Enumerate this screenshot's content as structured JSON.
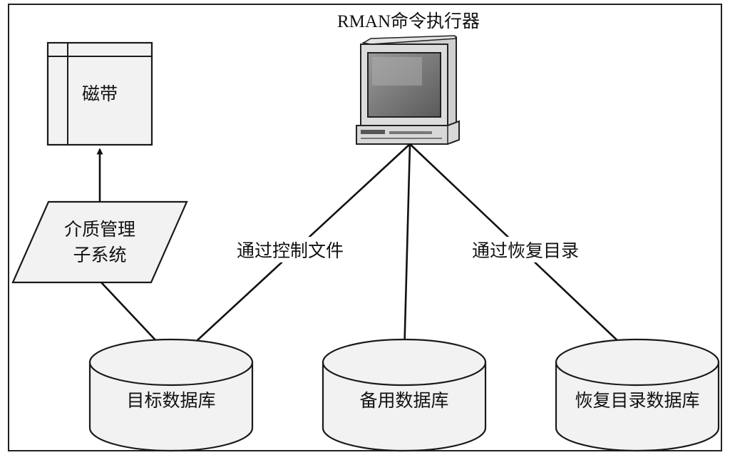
{
  "title": "RMAN命令执行器",
  "tape_label": "磁带",
  "media_label": [
    "介质管理",
    "子系统"
  ],
  "edge_labels": {
    "via_control_file": "通过控制文件",
    "via_catalog": "通过恢复目录"
  },
  "databases": {
    "target": "目标数据库",
    "standby": "备用数据库",
    "catalog": "恢复目录数据库"
  }
}
